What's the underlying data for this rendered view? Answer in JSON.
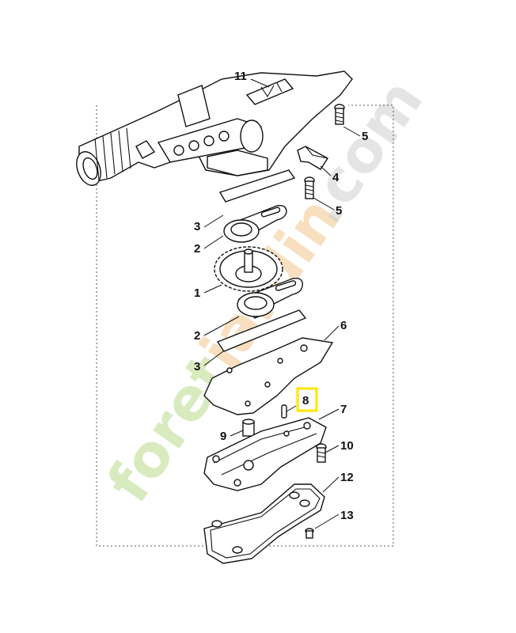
{
  "diagram": {
    "labels": {
      "p1": "1",
      "p2a": "2",
      "p2b": "2",
      "p3a": "3",
      "p3b": "3",
      "p4": "4",
      "p5a": "5",
      "p5b": "5",
      "p6": "6",
      "p7": "7",
      "p8": "8",
      "p9": "9",
      "p10": "10",
      "p11": "11",
      "p12": "12",
      "p13": "13"
    },
    "highlight_color": "#ffe600",
    "highlighted_part": "8"
  },
  "watermark": {
    "brand_a": "foret",
    "brand_b": "jardin",
    "suffix": ".com",
    "colors": {
      "green": "#b9dc8a",
      "orange": "#f4c68c",
      "grey": "#cfcfcf"
    }
  }
}
